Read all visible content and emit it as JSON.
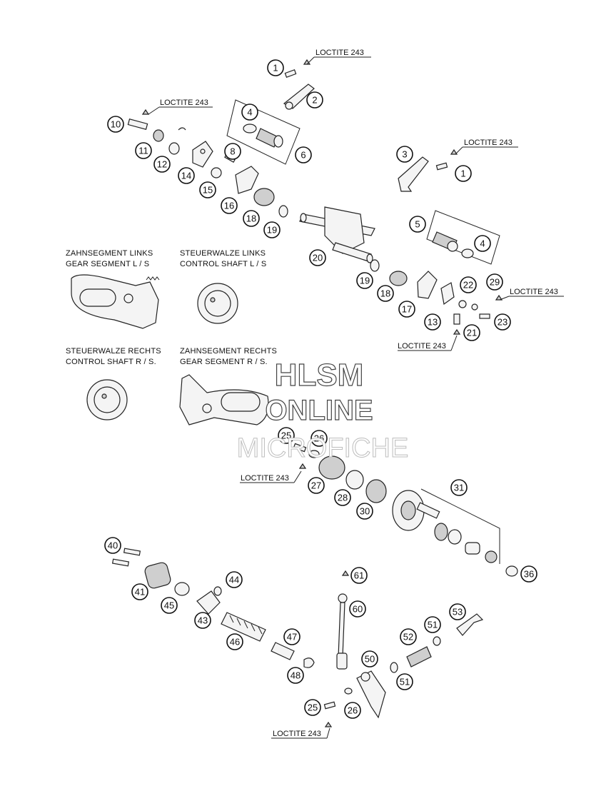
{
  "captions": {
    "gear_segment_left_de": "ZAHNSEGMENT LINKS",
    "gear_segment_left_en": "GEAR SEGMENT L / S",
    "control_shaft_left_de": "STEUERWALZE LINKS",
    "control_shaft_left_en": "CONTROL SHAFT L / S",
    "control_shaft_right_de": "STEUERWALZE RECHTS",
    "control_shaft_right_en": "CONTROL SHAFT R / S.",
    "gear_segment_right_de": "ZAHNSEGMENT RECHTS",
    "gear_segment_right_en": "GEAR SEGMENT R / S."
  },
  "notes": [
    {
      "text": "LOCTITE 243"
    },
    {
      "text": "LOCTITE 243"
    },
    {
      "text": "LOCTITE 243"
    },
    {
      "text": "LOCTITE 243"
    },
    {
      "text": "LOCTITE 243"
    },
    {
      "text": "LOCTITE 243"
    },
    {
      "text": "LOCTITE 243"
    }
  ],
  "callouts": [
    {
      "label": "1"
    },
    {
      "label": "2"
    },
    {
      "label": "4"
    },
    {
      "label": "6"
    },
    {
      "label": "10"
    },
    {
      "label": "11"
    },
    {
      "label": "12"
    },
    {
      "label": "14"
    },
    {
      "label": "8"
    },
    {
      "label": "15"
    },
    {
      "label": "16"
    },
    {
      "label": "18"
    },
    {
      "label": "19"
    },
    {
      "label": "3"
    },
    {
      "label": "1"
    },
    {
      "label": "5"
    },
    {
      "label": "4"
    },
    {
      "label": "20"
    },
    {
      "label": "19"
    },
    {
      "label": "18"
    },
    {
      "label": "17"
    },
    {
      "label": "13"
    },
    {
      "label": "22"
    },
    {
      "label": "29"
    },
    {
      "label": "23"
    },
    {
      "label": "21"
    },
    {
      "label": "25"
    },
    {
      "label": "26"
    },
    {
      "label": "27"
    },
    {
      "label": "28"
    },
    {
      "label": "30"
    },
    {
      "label": "31"
    },
    {
      "label": "36"
    },
    {
      "label": "40"
    },
    {
      "label": "41"
    },
    {
      "label": "45"
    },
    {
      "label": "44"
    },
    {
      "label": "43"
    },
    {
      "label": "46"
    },
    {
      "label": "47"
    },
    {
      "label": "48"
    },
    {
      "label": "61"
    },
    {
      "label": "60"
    },
    {
      "label": "53"
    },
    {
      "label": "51"
    },
    {
      "label": "52"
    },
    {
      "label": "50"
    },
    {
      "label": "51"
    },
    {
      "label": "25"
    },
    {
      "label": "26"
    }
  ],
  "watermark": {
    "line1": "HLSM",
    "line2": "ONLINE",
    "line3": "MICROFICHE"
  }
}
